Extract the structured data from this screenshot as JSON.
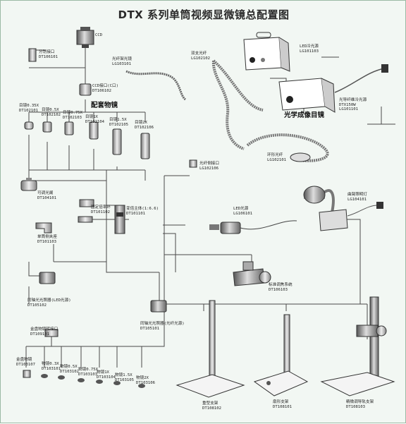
{
  "title": "DTX 系列单筒视频显微镜总配置图",
  "section_labels": {
    "accessory_objectives": "配套物镜",
    "optical_imaging_lens": "光学成像目镜"
  },
  "components": {
    "ccd": {
      "name": "CCD"
    },
    "split_interface": {
      "name": "分划接口",
      "code": "DT106101"
    },
    "ccd_interface": {
      "name": "CCD接口(C口)",
      "code": "DT106102"
    },
    "eyepiece_035": {
      "name": "目镜0.35X",
      "code": "DT102101"
    },
    "eyepiece_05": {
      "name": "目镜0.5X",
      "code": "DT102102"
    },
    "eyepiece_075": {
      "name": "目镜0.75X",
      "code": "DT102103"
    },
    "eyepiece_1": {
      "name": "目镜1X",
      "code": "DT102104"
    },
    "eyepiece_15": {
      "name": "目镜1.5X",
      "code": "DT102105"
    },
    "eyepiece_2": {
      "name": "目镜2X",
      "code": "DT102106"
    },
    "fiber_gooseneck": {
      "name": "光纤架光镜",
      "code": "LG103101"
    },
    "dual_fiber": {
      "name": "双支光纤",
      "code": "LG102102"
    },
    "led_cold_light": {
      "name": "LED冷光源",
      "code": "LG101103"
    },
    "fiber_cold_light": {
      "name": "光导纤维冷光源",
      "code": "DTX150W",
      "code2": "LG101101"
    },
    "ring_fiber": {
      "name": "环形光纤",
      "code": "LG102101"
    },
    "fiber_coaxial": {
      "name": "光纤侧接口",
      "code": "LG102106"
    },
    "adjustable_aperture": {
      "name": "可调光阑",
      "code": "DT104101"
    },
    "fixed_magnification": {
      "name": "固定倍率环",
      "code": "DT101102"
    },
    "zoom_body": {
      "name": "变倍主体(1:6.6)",
      "code": "DT101101"
    },
    "single_bracket": {
      "name": "单筒侧夹座",
      "code": "DT101103"
    },
    "led_ring": {
      "name": "LED光源",
      "code": "LG106101"
    },
    "gooseneck_lamp": {
      "name": "曲臂照明灯",
      "code": "LG104101"
    },
    "coaxial_led": {
      "name": "同轴光光照器(LED光源)",
      "code": "DT105102"
    },
    "coaxial_fiber": {
      "name": "同轴光光照器(光纤光源)",
      "code": "DT105101"
    },
    "standard_focus": {
      "name": "标准调焦系统",
      "code": "DT106103"
    },
    "objective_adapter": {
      "name": "金盘物镜转接口",
      "code": "DT109101"
    },
    "metal_objective": {
      "name": "金盘物镜",
      "code": "DT103107"
    },
    "obj_03": {
      "name": "物镜0.3X",
      "code": "DT103101"
    },
    "obj_05": {
      "name": "物镜0.5X",
      "code": "DT103102"
    },
    "obj_075": {
      "name": "物镜0.75X",
      "code": "DT103103"
    },
    "obj_1": {
      "name": "物镜1X",
      "code": "DT103104"
    },
    "obj_15": {
      "name": "物镜1.5X",
      "code": "DT103105"
    },
    "obj_2": {
      "name": "物镜2X",
      "code": "DT103106"
    },
    "heavy_stand": {
      "name": "重型支架",
      "code": "DT108102"
    },
    "gantry_stand": {
      "name": "扇形支架",
      "code": "DT108101"
    },
    "fine_rail_stand": {
      "name": "精微调导轨支架",
      "code": "DT108103"
    }
  },
  "colors": {
    "background": "#f2f7f3",
    "line": "#4a4a4a",
    "border": "#9bb9a4"
  }
}
